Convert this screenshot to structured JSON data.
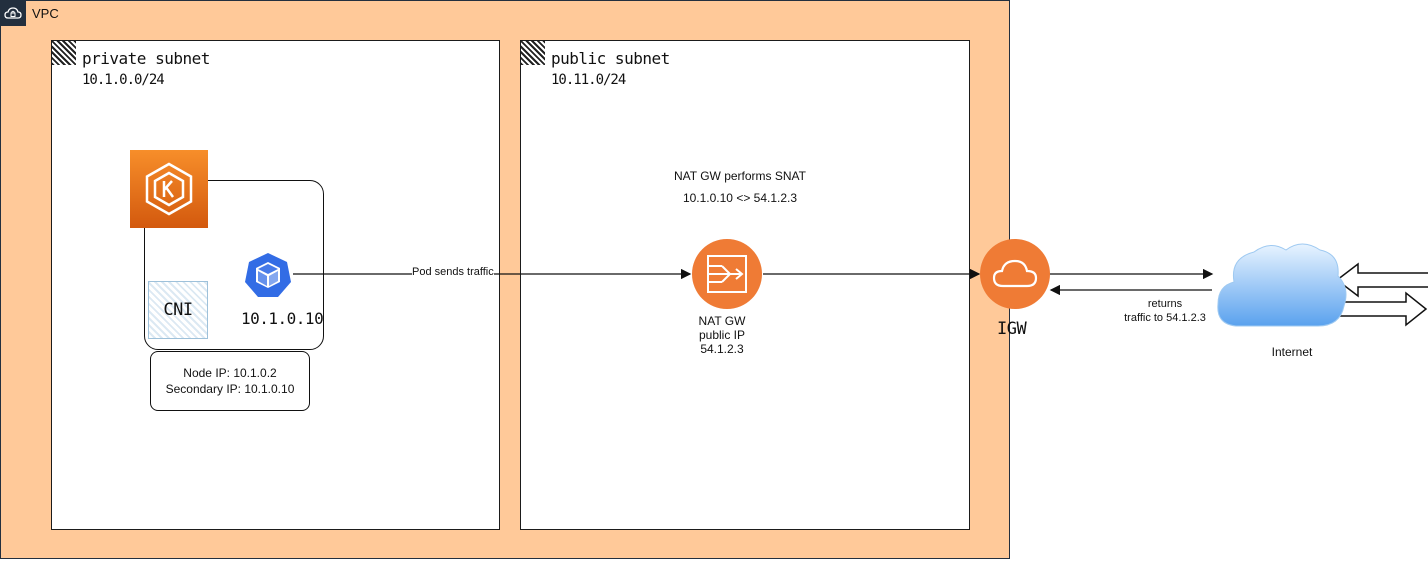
{
  "vpc": {
    "label": "VPC",
    "color": "#ffc999"
  },
  "private_subnet": {
    "title": "private subnet",
    "cidr": "10.1.0.0/24"
  },
  "public_subnet": {
    "title": "public subnet",
    "cidr": "10.11.0/24"
  },
  "node": {
    "cni_label": "CNI",
    "pod_ip": "10.1.0.10",
    "node_ip": "Node IP: 10.1.0.2",
    "secondary_ip": "Secondary IP: 10.1.0.10"
  },
  "edges": {
    "pod_to_nat": "Pod sends traffic",
    "returns_line1": "returns",
    "returns_line2": "traffic to 54.1.2.3"
  },
  "nat": {
    "snat_line1": "NAT GW performs SNAT",
    "snat_line2": "10.1.0.10 <> 54.1.2.3",
    "label_line1": "NAT GW",
    "label_line2": "public IP",
    "label_line3": "54.1.2.3",
    "color": "#ef7b35"
  },
  "igw": {
    "label": "IGW",
    "color": "#ef7b35"
  },
  "internet": {
    "label": "Internet"
  },
  "icons": [
    "cloud-lock-icon",
    "eks-icon",
    "pod-icon",
    "nat-gateway-icon",
    "internet-gateway-icon",
    "internet-cloud-icon"
  ]
}
